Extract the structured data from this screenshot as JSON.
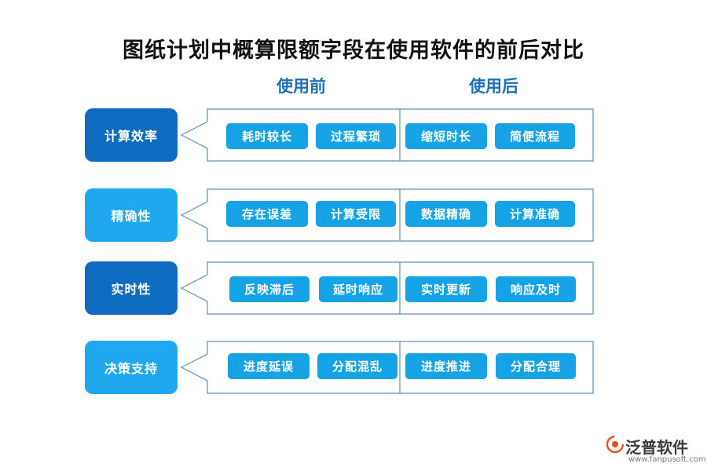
{
  "title": "图纸计划中概算限额字段在使用软件的前后对比",
  "columns": {
    "before": "使用前",
    "after": "使用后"
  },
  "rows": [
    {
      "label": "计算效率",
      "before": [
        "耗时较长",
        "过程繁琐"
      ],
      "after": [
        "缩短时长",
        "简便流程"
      ]
    },
    {
      "label": "精确性",
      "before": [
        "存在误差",
        "计算受限"
      ],
      "after": [
        "数据精确",
        "计算准确"
      ]
    },
    {
      "label": "实时性",
      "before": [
        "反映滞后",
        "延时响应"
      ],
      "after": [
        "实时更新",
        "响应及时"
      ]
    },
    {
      "label": "决策支持",
      "before": [
        "进度延误",
        "分配混乱"
      ],
      "after": [
        "进度推进",
        "分配合理"
      ]
    }
  ],
  "brand": {
    "name": "泛普软件",
    "url": "www.fanpusoft.com"
  },
  "colors": {
    "dark": "#0d6cc0",
    "light": "#1fa8ee",
    "chip": "#16a3e6",
    "border": "#5b8fbf",
    "heading": "#1d6fb5"
  }
}
